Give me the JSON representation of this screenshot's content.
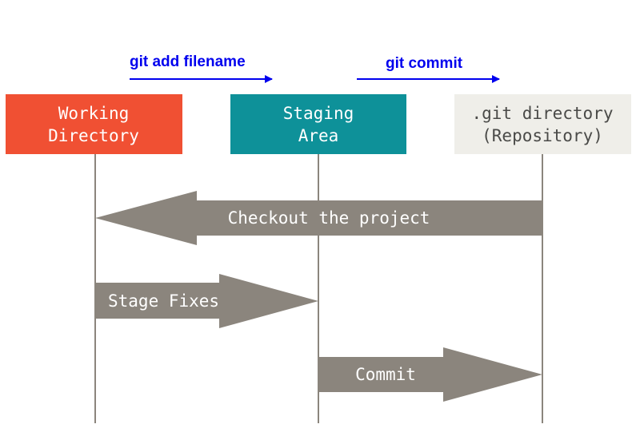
{
  "annotations": {
    "add": "git add filename",
    "commit": "git commit"
  },
  "boxes": {
    "working": {
      "line1": "Working",
      "line2": "Directory"
    },
    "staging": {
      "line1": "Staging",
      "line2": "Area"
    },
    "repository": {
      "line1": ".git directory",
      "line2": "(Repository)"
    }
  },
  "arrows": {
    "checkout": "Checkout the project",
    "stage": "Stage Fixes",
    "commit": "Commit"
  },
  "colors": {
    "working_box": "#f05033",
    "staging_box": "#0e9199",
    "repository_box": "#efeee9",
    "box_text_light": "#ffffff",
    "box_text_dark": "#4a4a48",
    "arrow_fill": "#8b857d",
    "annotation": "#0000ee",
    "lifeline": "#8b857d"
  }
}
